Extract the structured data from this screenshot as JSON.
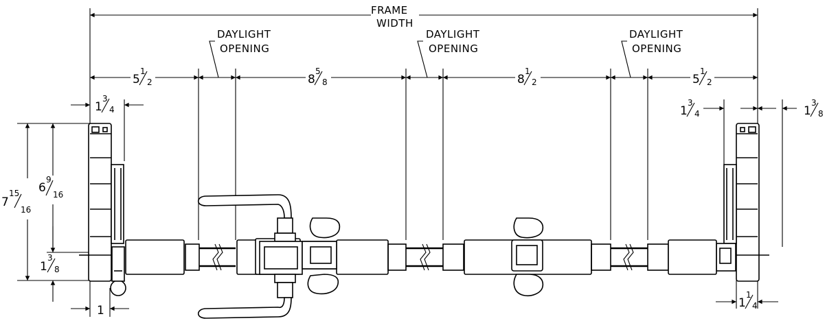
{
  "labels": {
    "frame_width_1": "FRAME",
    "frame_width_2": "WIDTH",
    "daylight": "DAYLIGHT",
    "opening": "OPENING"
  },
  "dims": {
    "d_5_1_2_left": {
      "whole": "5",
      "num": "1",
      "den": "2"
    },
    "d_8_5_8": {
      "whole": "8",
      "num": "5",
      "den": "8"
    },
    "d_8_1_2": {
      "whole": "8",
      "num": "1",
      "den": "2"
    },
    "d_5_1_2_right": {
      "whole": "5",
      "num": "1",
      "den": "2"
    },
    "d_1_3_4_left": {
      "whole": "1",
      "num": "3",
      "den": "4"
    },
    "d_1_3_4_right": {
      "whole": "1",
      "num": "3",
      "den": "4"
    },
    "d_1_3_8_top": {
      "whole": "1",
      "num": "3",
      "den": "8"
    },
    "d_7_15_16": {
      "whole": "7",
      "num": "15",
      "den": "16"
    },
    "d_6_9_16": {
      "whole": "6",
      "num": "9",
      "den": "16"
    },
    "d_1_3_8_left": {
      "whole": "1",
      "num": "3",
      "den": "8"
    },
    "d_1": {
      "whole": "1"
    },
    "d_1_1_4": {
      "whole": "1",
      "num": "1",
      "den": "4"
    }
  }
}
